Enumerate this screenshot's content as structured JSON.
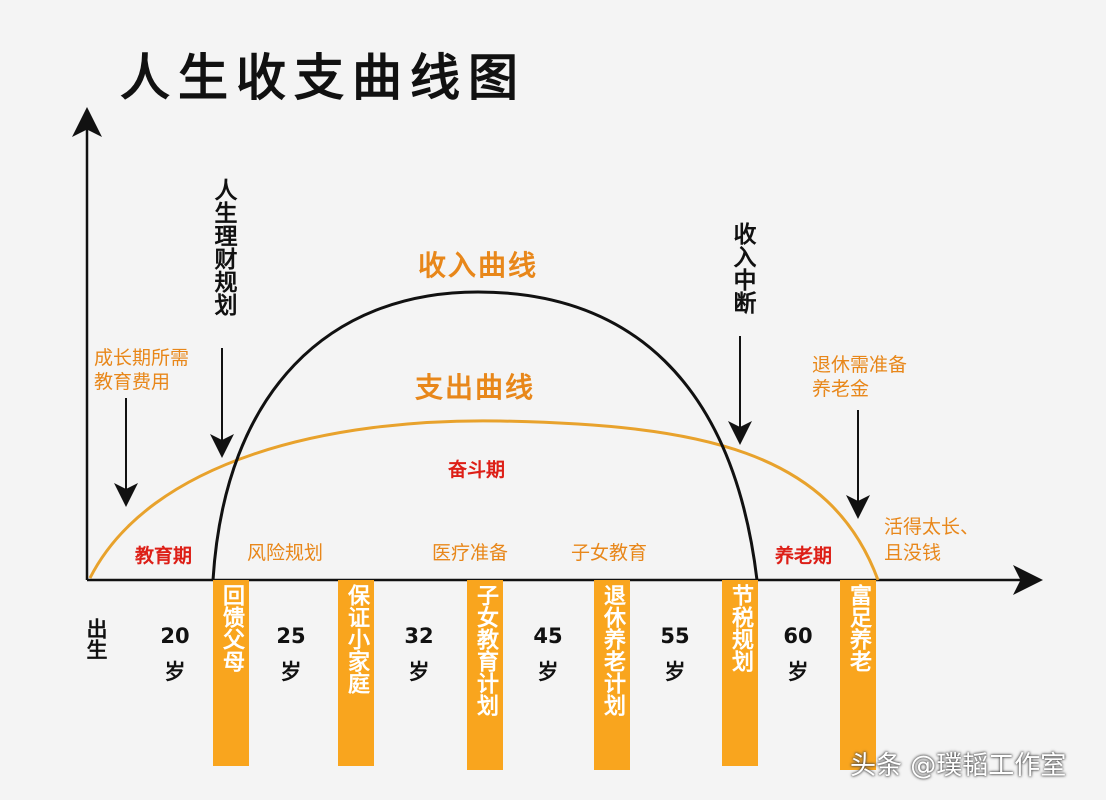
{
  "title": "人生收支曲线图",
  "curves": {
    "income_label": "收入曲线",
    "expense_label": "支出曲线"
  },
  "annotations": {
    "financial_planning": "人生理财规划",
    "income_interruption": "收入中断",
    "education_cost_line1": "成长期所需",
    "education_cost_line2": "教育费用",
    "retirement_prep_line1": "退休需准备",
    "retirement_prep_line2": "养老金",
    "live_too_long_line1": "活得太长、",
    "live_too_long_line2": "且没钱"
  },
  "stages": {
    "education": "教育期",
    "struggle": "奋斗期",
    "retirement": "养老期"
  },
  "risks": {
    "risk_planning": "风险规划",
    "medical_prep": "医疗准备",
    "child_education": "子女教育"
  },
  "ages": {
    "birth": "出生",
    "a20": "20",
    "a25": "25",
    "a32": "32",
    "a45": "45",
    "a55": "55",
    "a60": "60",
    "suffix": "岁"
  },
  "pillars": {
    "repay_parents": "回馈父母",
    "protect_family": "保证小家庭",
    "child_edu_plan": "子女教育计划",
    "retire_plan": "退休养老计划",
    "tax_plan": "节税规划",
    "rich_retire": "富足养老"
  },
  "watermark": "头条 @璞韬工作室",
  "colors": {
    "accent_orange": "#f9a51e",
    "curve_orange": "#e8a22c",
    "label_orange": "#e8871a",
    "stage_red": "#dd1f17",
    "axis": "#111111"
  }
}
